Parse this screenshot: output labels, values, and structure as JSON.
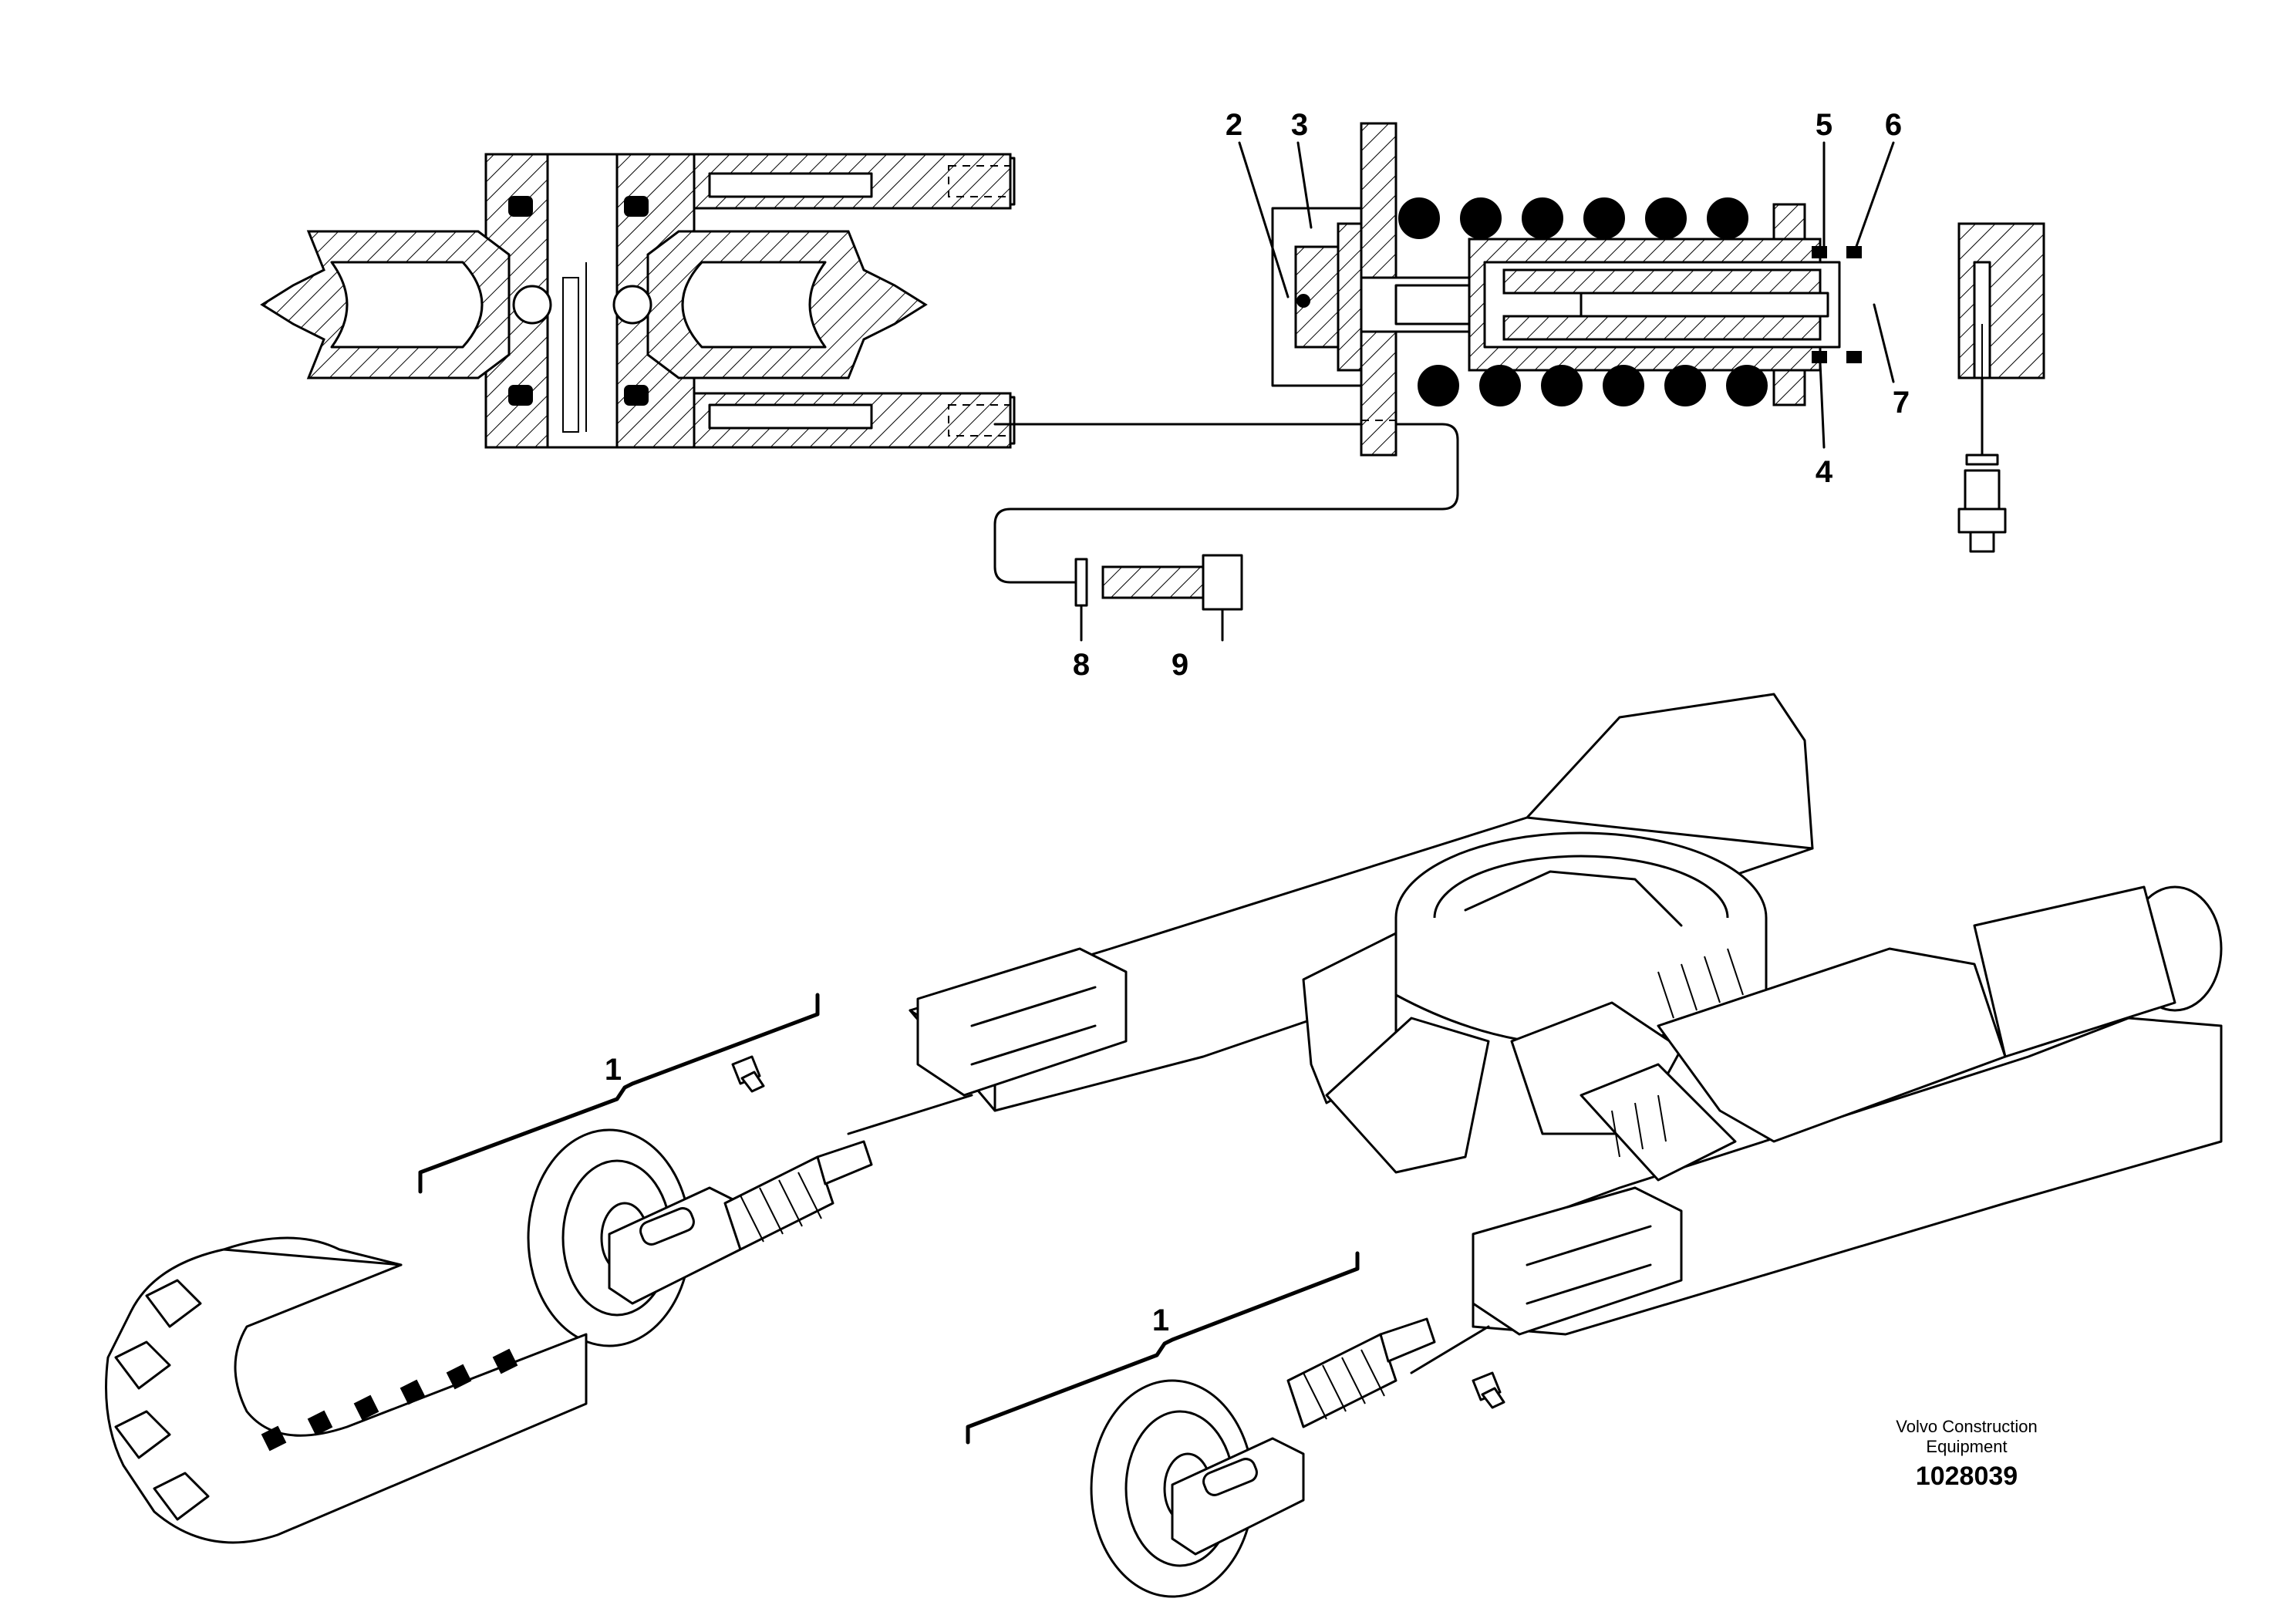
{
  "callouts": {
    "c1a": "1",
    "c1b": "1",
    "c2": "2",
    "c3": "3",
    "c4": "4",
    "c5": "5",
    "c6": "6",
    "c7": "7",
    "c8": "8",
    "c9": "9"
  },
  "footer": {
    "brand_line1": "Volvo Construction",
    "brand_line2": "Equipment",
    "drawing_number": "1028039"
  }
}
